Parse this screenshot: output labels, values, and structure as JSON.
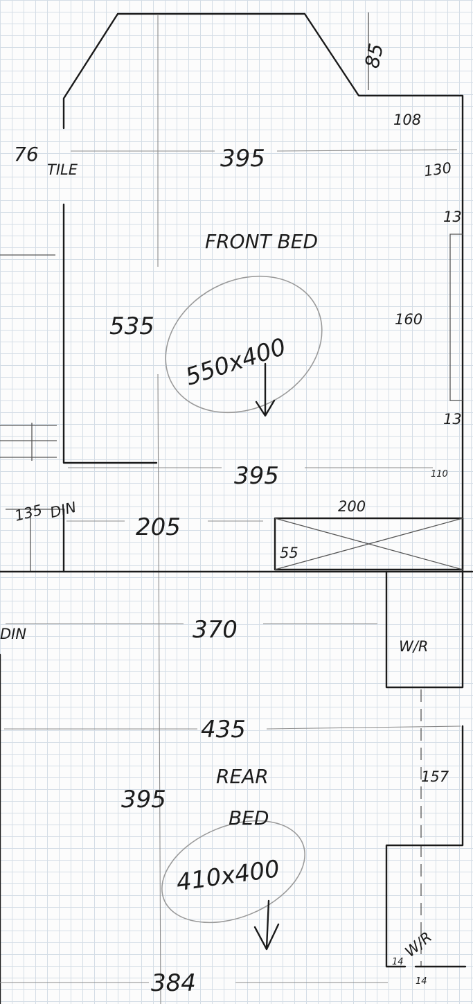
{
  "front_room": {
    "label": "FRONT BED",
    "size_note": "550x400",
    "dims": {
      "bay_depth": "85",
      "bay_side": "76",
      "tile": "TILE",
      "width_top": "395",
      "right_upper": "108",
      "right_130": "130",
      "right_13a": "13",
      "window": "160",
      "right_13b": "13",
      "height": "535",
      "width_bottom": "395",
      "right_110": "110"
    }
  },
  "hall": {
    "dims": {
      "door_135": "135",
      "door_label": "DIN",
      "width_205": "205",
      "wardrobe_200": "200",
      "wardrobe_55": "55",
      "edge_left": "DIN"
    }
  },
  "rear_room": {
    "label_line1": "REAR",
    "label_line2": "BED",
    "size_note": "410x400",
    "dims": {
      "width_370": "370",
      "wr_top": "W/R",
      "width_435": "435",
      "side_157": "157",
      "height": "395",
      "wr_bottom": "W/R",
      "width_384": "384",
      "tiny_a": "14",
      "tiny_b": "14"
    }
  }
}
